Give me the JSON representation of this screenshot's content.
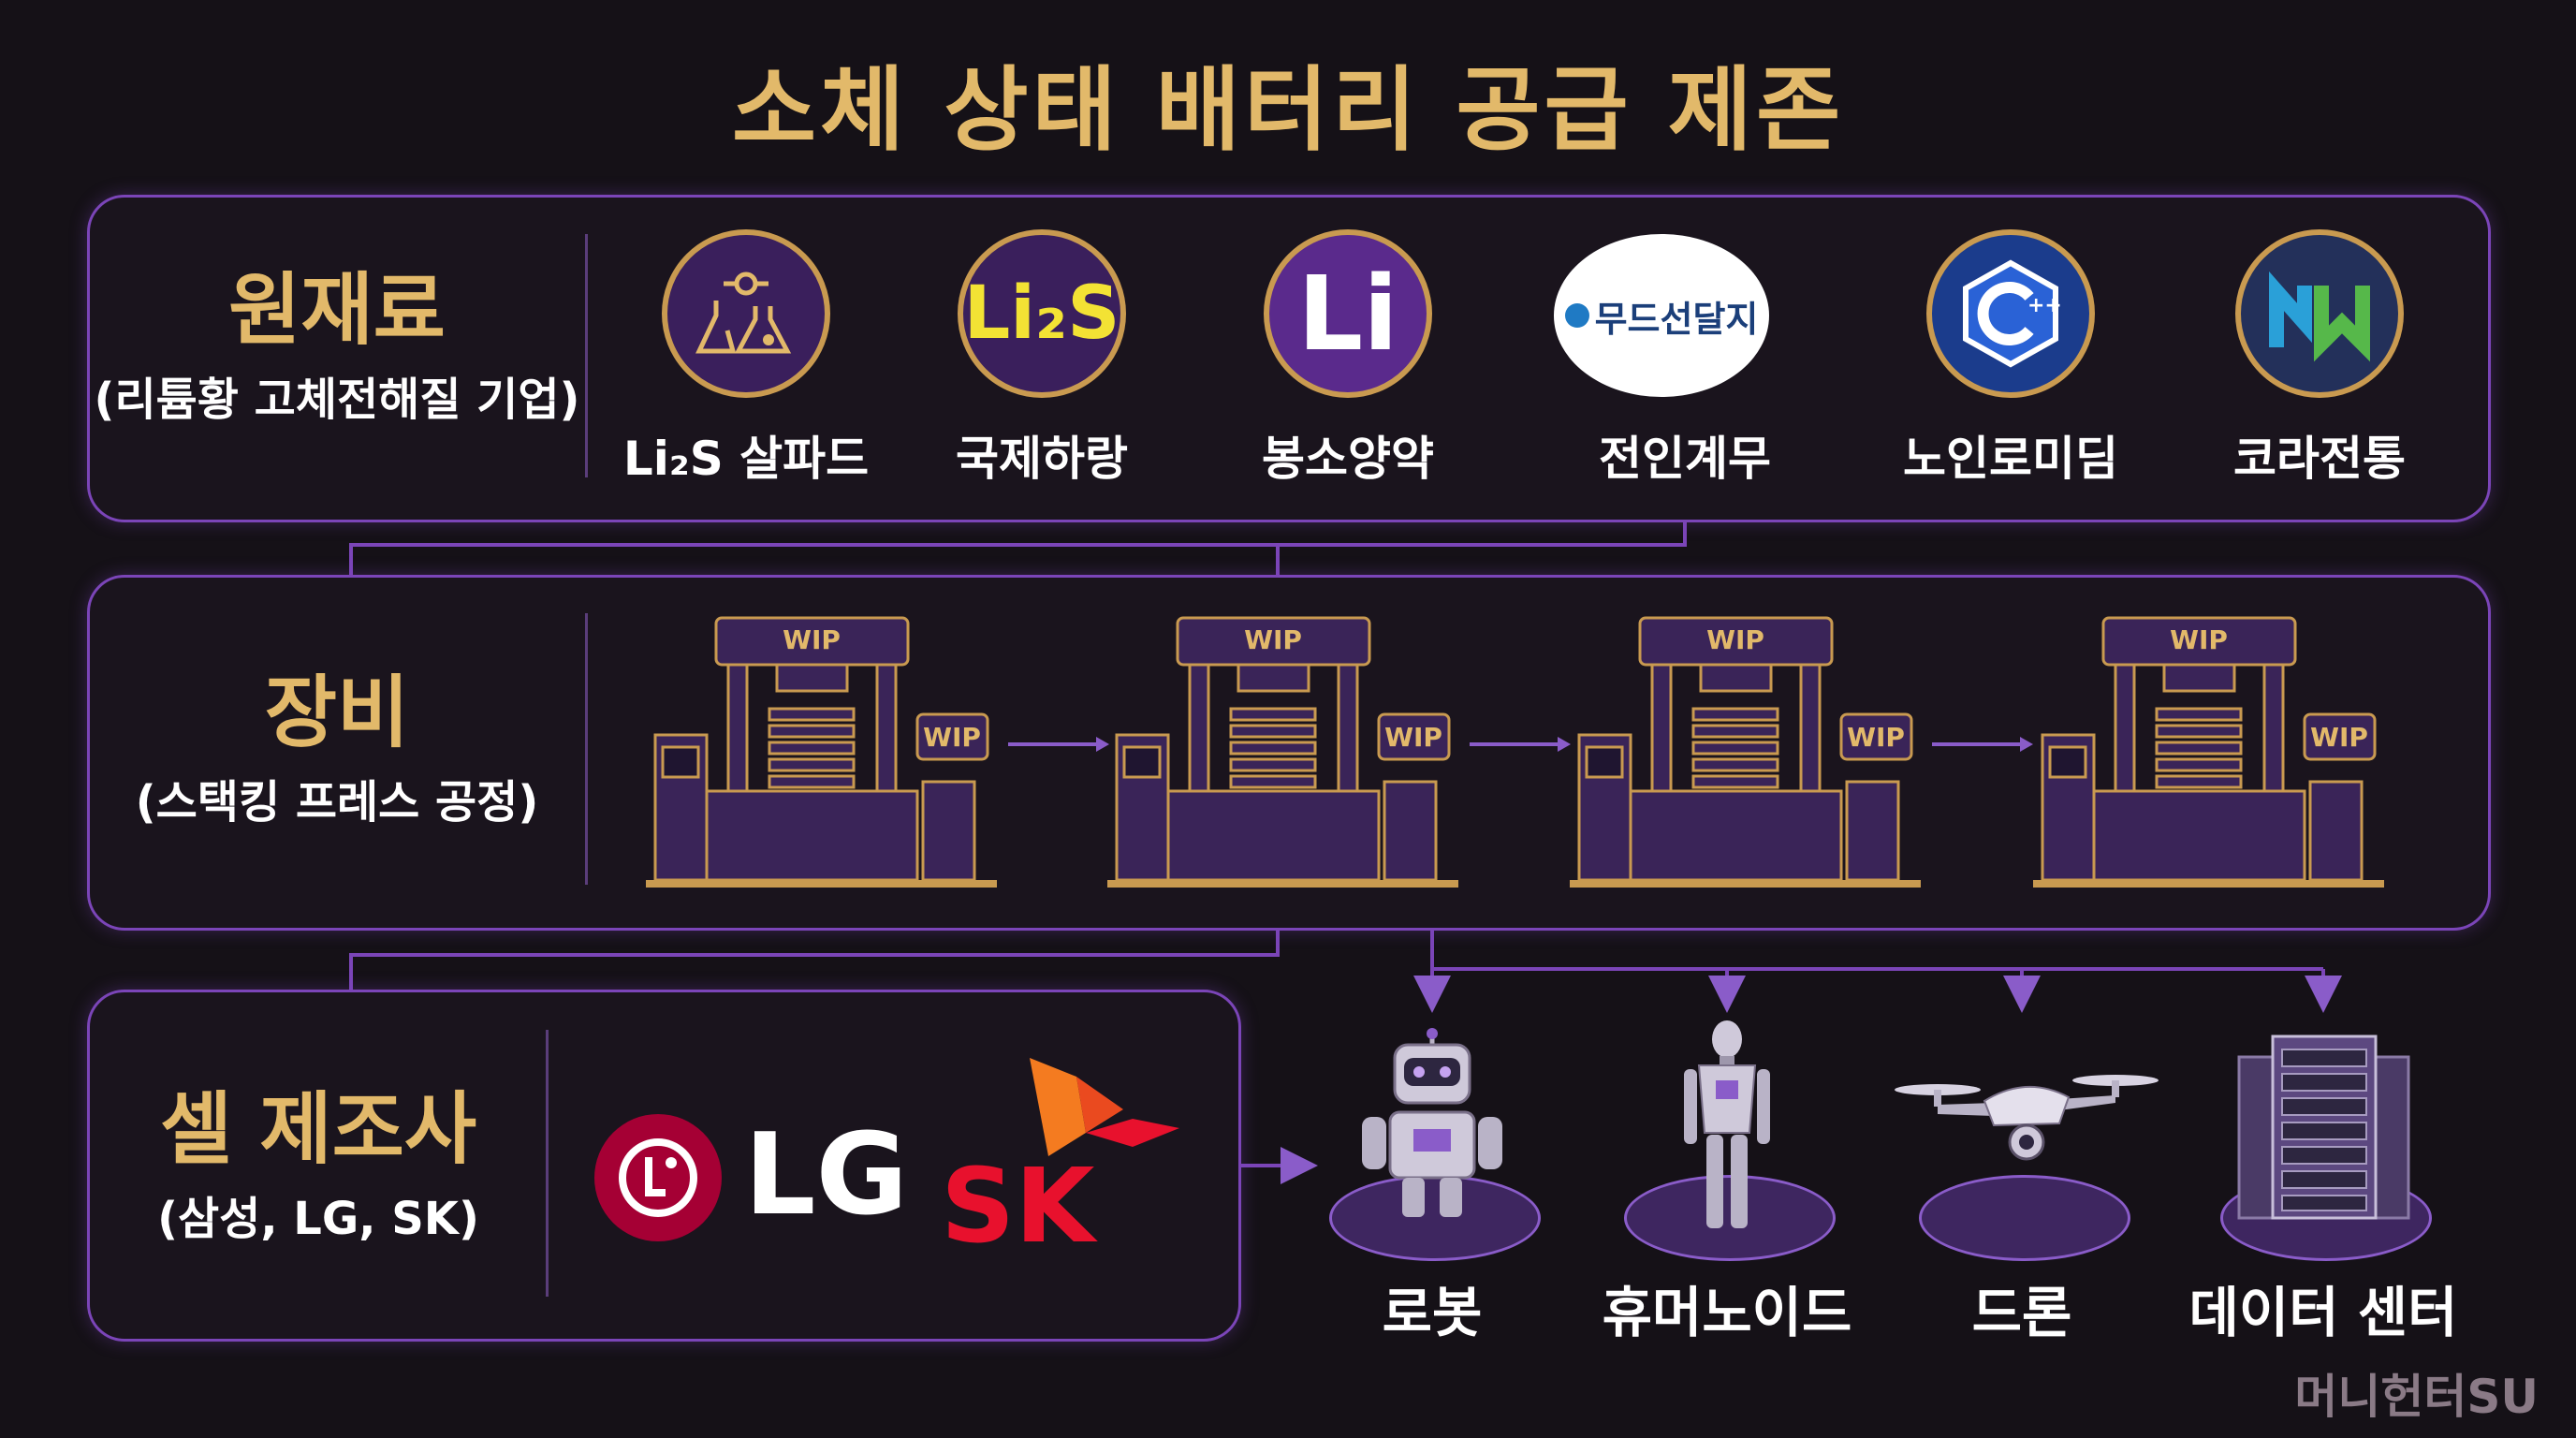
{
  "title": "소체 상태 배터리 공급 제존",
  "raw_materials": {
    "title": "원재료",
    "subtitle": "(리튬황 고체전해질 기업)",
    "items": [
      {
        "name": "Li₂S 살파드",
        "icon": "flask-gear-icon"
      },
      {
        "name": "국제하랑",
        "logo_text": "Li₂S"
      },
      {
        "name": "봉소양약",
        "logo_text": "Li"
      },
      {
        "name": "전인계무",
        "logo_text": "무드선달지"
      },
      {
        "name": "노인로미딤",
        "icon": "c-plus-plus-icon"
      },
      {
        "name": "코라전통",
        "icon": "nw-logo-icon"
      }
    ]
  },
  "equipment": {
    "title": "장비",
    "subtitle": "(스택킹 프레스 공정)",
    "machine_label": "WIP",
    "machine_count": 4
  },
  "cell_makers": {
    "title": "셀 제조사",
    "subtitle": "(삼성, LG, SK)",
    "logos": [
      "LG",
      "SK"
    ]
  },
  "applications": [
    {
      "name": "로봇",
      "icon": "robot-icon"
    },
    {
      "name": "휴머노이드",
      "icon": "humanoid-icon"
    },
    {
      "name": "드론",
      "icon": "drone-icon"
    },
    {
      "name": "데이터 센터",
      "icon": "server-rack-icon"
    }
  ],
  "watermark": "머니헌터SU",
  "colors": {
    "gold": "#e2b96a",
    "purple": "#7b45b8",
    "background": "#151117"
  }
}
